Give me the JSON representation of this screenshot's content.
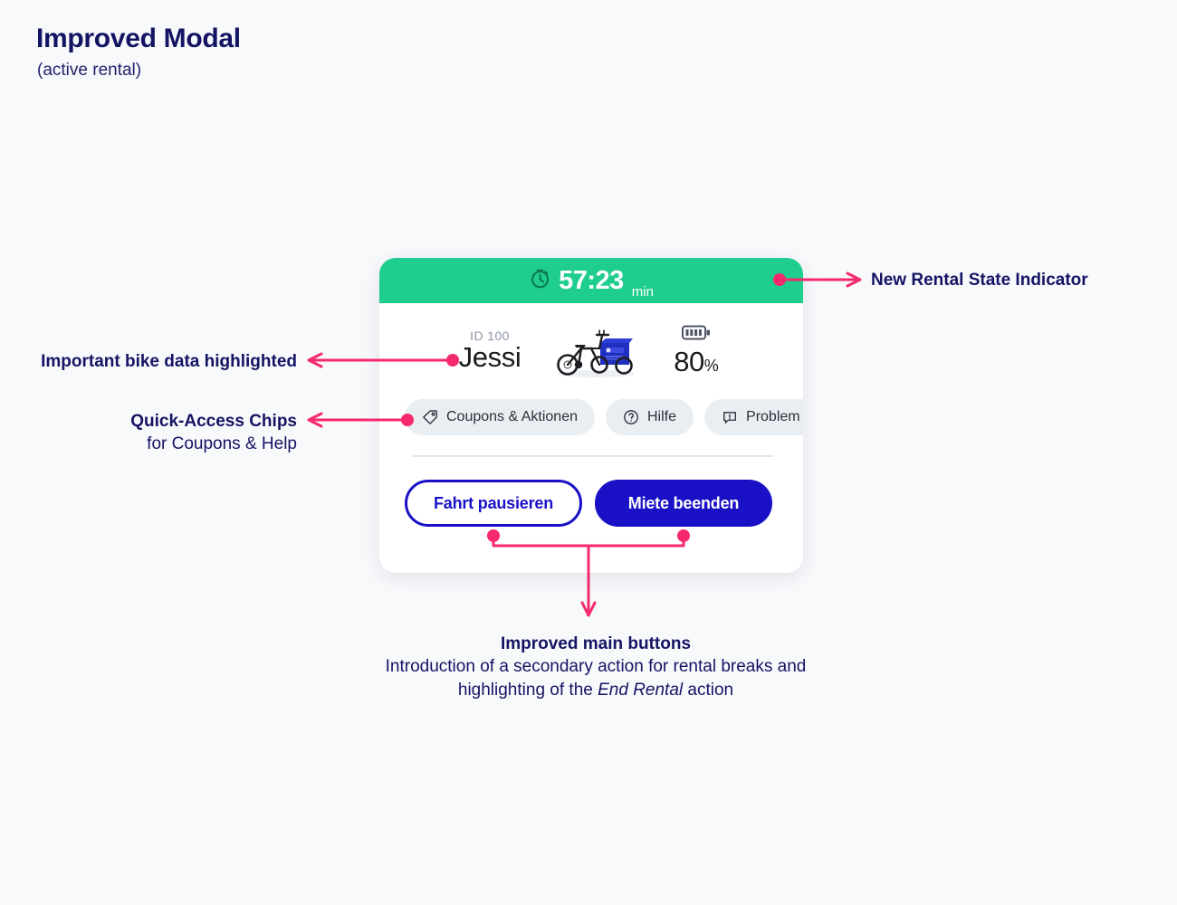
{
  "page": {
    "title": "Improved Modal",
    "subtitle": "(active rental)",
    "background_color": "#f8f9fb",
    "text_color": "#141464",
    "annotation_color": "#f5296e"
  },
  "modal": {
    "header": {
      "icon": "timer-icon",
      "time": "57:23",
      "unit": "min",
      "background_color": "#1fcd8e"
    },
    "bike": {
      "id_label": "ID 100",
      "name": "Jessi",
      "image_alt": "blue cargo bike",
      "battery_icon": "battery-icon",
      "battery_value": "80",
      "battery_unit": "%"
    },
    "chips": [
      {
        "icon": "tag-icon",
        "label": "Coupons & Aktionen"
      },
      {
        "icon": "help-circle-icon",
        "label": "Hilfe"
      },
      {
        "icon": "problem-bubble-icon",
        "label": "Problem"
      }
    ],
    "actions": {
      "secondary_label": "Fahrt pausieren",
      "primary_label": "Miete beenden",
      "primary_color": "#1a11c6"
    }
  },
  "annotations": {
    "indicator": "New Rental State Indicator",
    "bike_data": "Important bike data highlighted",
    "chips_title": "Quick-Access Chips",
    "chips_sub": "for Coupons & Help",
    "buttons_title": "Improved main buttons",
    "buttons_sub_line1": "Introduction of a secondary action for rental breaks and",
    "buttons_sub_line2_pre": "highlighting of the ",
    "buttons_sub_line2_em": "End Rental",
    "buttons_sub_line2_post": " action"
  }
}
